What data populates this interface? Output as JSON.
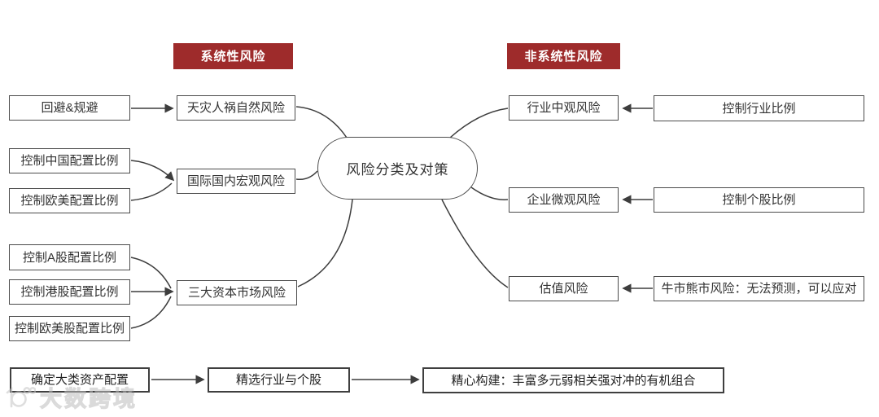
{
  "diagram": {
    "headers": {
      "systematic": "系统性风险",
      "nonsystematic": "非系统性风险"
    },
    "center": "风险分类及对策",
    "left_actions": {
      "avoid": "回避&规避",
      "ctrl_china": "控制中国配置比例",
      "ctrl_euus": "控制欧美配置比例",
      "ctrl_ashare": "控制A股配置比例",
      "ctrl_hk": "控制港股配置比例",
      "ctrl_euus_stock": "控制欧美股配置比例"
    },
    "left_risks": {
      "natural": "天灾人祸自然风险",
      "macro": "国际国内宏观风险",
      "capital": "三大资本市场风险"
    },
    "right_risks": {
      "industry": "行业中观风险",
      "micro": "企业微观风险",
      "valuation": "估值风险"
    },
    "right_actions": {
      "ctrl_industry": "控制行业比例",
      "ctrl_stock": "控制个股比例",
      "bull_bear": "牛市熊市风险：无法预测，可以应对"
    },
    "process": {
      "step1": "确定大类资产配置",
      "step2": "精选行业与个股",
      "step3": "精心构建：丰富多元弱相关强对冲的有机组合"
    },
    "colors": {
      "header_bg": "#9e2b2b",
      "line": "#3d3d3d",
      "box_border": "#4c4c4c"
    },
    "watermark": "大数跨境"
  }
}
